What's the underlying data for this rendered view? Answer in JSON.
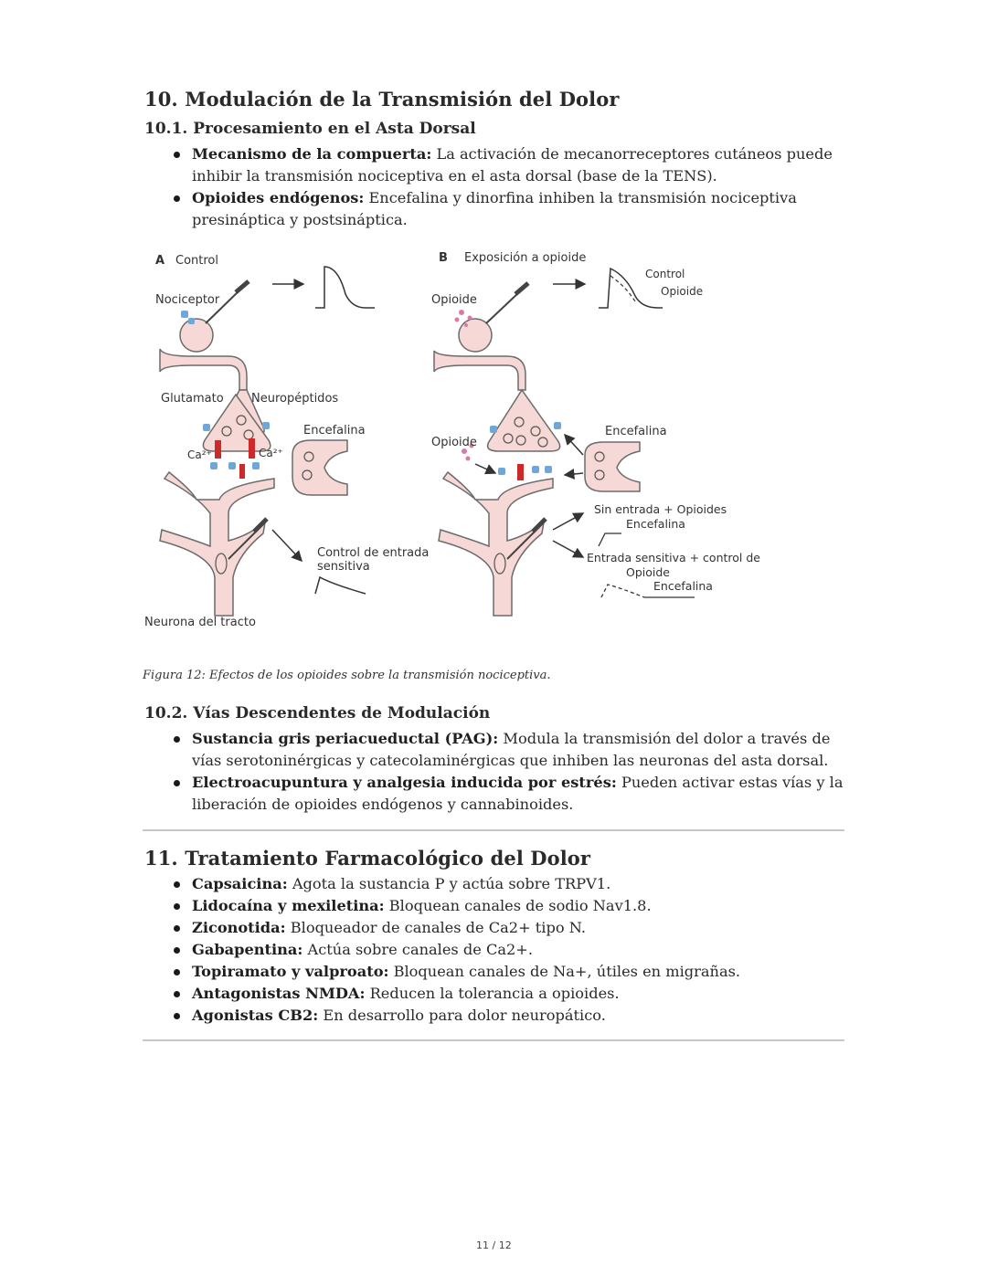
{
  "section10": {
    "title": "10. Modulación de la Transmisión del Dolor",
    "sub1": {
      "title": "10.1. Procesamiento en el Asta Dorsal",
      "items": [
        {
          "bold": "Mecanismo de la compuerta:",
          "text": " La activación de mecanorreceptores cutáneos puede inhibir la transmisión nociceptiva en el asta dorsal (base de la TENS)."
        },
        {
          "bold": "Opioides endógenos:",
          "text": " Encefalina y dinorfina inhiben la transmisión nociceptiva presináptica y postsináptica."
        }
      ]
    },
    "figure": {
      "caption": "Figura 12: Efectos de los opioides sobre la transmisión nociceptiva.",
      "panelA": {
        "letter": "A",
        "title": "Control",
        "nociceptor": "Nociceptor",
        "glutamato": "Glutamato",
        "neuropeptidos": "Neuropéptidos",
        "encefalina": "Encefalina",
        "ca_left": "Ca²⁺",
        "ca_right": "Ca²⁺",
        "control_entrada_1": "Control de entrada",
        "control_entrada_2": "sensitiva",
        "neurona": "Neurona del tracto"
      },
      "panelB": {
        "letter": "B",
        "title": "Exposición a opioide",
        "opioide_top": "Opioide",
        "control": "Control",
        "opioide_curve": "Opioide",
        "opioide_mid": "Opioide",
        "encefalina": "Encefalina",
        "sin_entrada": "Sin entrada + Opioides",
        "encefalina_2": "Encefalina",
        "entrada_sensitiva": "Entrada sensitiva + control de",
        "opioide_low": "Opioide",
        "encefalina_3": "Encefalina"
      }
    },
    "sub2": {
      "title": "10.2. Vías Descendentes de Modulación",
      "items": [
        {
          "bold": "Sustancia gris periacueductal (PAG):",
          "text": " Modula la transmisión del dolor a través de vías serotoninérgicas y catecolaminérgicas que inhiben las neuronas del asta dorsal."
        },
        {
          "bold": "Electroacupuntura y analgesia inducida por estrés:",
          "text": " Pueden activar estas vías y la liberación de opioides endógenos y cannabinoides."
        }
      ]
    }
  },
  "section11": {
    "title": "11. Tratamiento Farmacológico del Dolor",
    "items": [
      {
        "bold": "Capsaicina:",
        "text": " Agota la sustancia P y actúa sobre TRPV1."
      },
      {
        "bold": "Lidocaína y mexiletina:",
        "text": " Bloquean canales de sodio Nav1.8."
      },
      {
        "bold": "Ziconotida:",
        "text": " Bloqueador de canales de Ca2+ tipo N."
      },
      {
        "bold": "Gabapentina:",
        "text": " Actúa sobre canales de Ca2+."
      },
      {
        "bold": "Topiramato y valproato:",
        "text": " Bloquean canales de Na+, útiles en migrañas."
      },
      {
        "bold": "Antagonistas NMDA:",
        "text": " Reducen la tolerancia a opioides."
      },
      {
        "bold": "Agonistas CB2:",
        "text": " En desarrollo para dolor neuropático."
      }
    ]
  },
  "footer": {
    "page": "11 / 12"
  },
  "colors": {
    "neuron_fill": "#f6d9d6",
    "neuron_stroke": "#6b6b6b",
    "channel_red": "#cc2a2a",
    "receptor_blue": "#6fa7d8",
    "opioid_pink": "#d77aa8"
  }
}
